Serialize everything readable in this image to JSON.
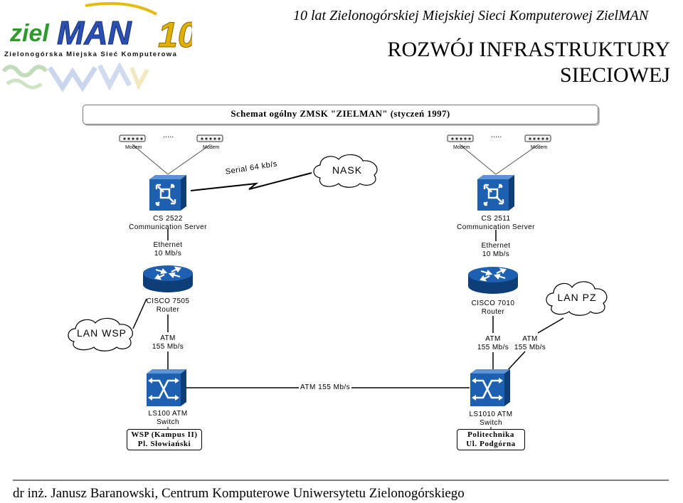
{
  "header": {
    "top_title": "10 lat Zielonogórskiej Miejskiej Sieci Komputerowej ZielMAN",
    "slide_title_line1": "ROZWÓJ INFRASTRUKTURY",
    "slide_title_line2": "SIECIOWEJ"
  },
  "logo": {
    "word_ziel": "ziel",
    "word_man": "MAN",
    "tagline": "Zielonogórska Miejska Sieć Komputerowa",
    "anniversary": "10"
  },
  "schema_title": "Schemat ogólny ZMSK \"ZIELMAN\" (styczeń 1997)",
  "modems": {
    "label": "Modem",
    "ellipsis": "....."
  },
  "link_serial": "Serial 64 kb/s",
  "nask": "NASK",
  "left": {
    "server_line1": "CS 2522",
    "server_line2": "Communication Server",
    "eth_line1": "Ethernet",
    "eth_line2": "10 Mb/s",
    "router_line1": "CISCO 7505",
    "router_line2": "Router",
    "atm_line1": "ATM",
    "atm_line2": "155 Mb/s",
    "switch_line1": "LS100 ATM",
    "switch_line2": "Switch",
    "site_line1": "WSP (Kampus II)",
    "site_line2": "Pl. Słowiański",
    "lan": "LAN WSP"
  },
  "right": {
    "server_line1": "CS 2511",
    "server_line2": "Communication Server",
    "eth_line1": "Ethernet",
    "eth_line2": "10 Mb/s",
    "router_line1": "CISCO 7010",
    "router_line2": "Router",
    "atm1_line1": "ATM",
    "atm1_line2": "155 Mb/s",
    "atm2_line1": "ATM",
    "atm2_line2": "155 Mb/s",
    "switch_line1": "LS1010 ATM",
    "switch_line2": "Switch",
    "site_line1": "Politechnika",
    "site_line2": "Ul. Podgórna",
    "lan": "LAN PZ"
  },
  "link_atm_backbone": "ATM 155 Mb/s",
  "footer": "dr inż. Janusz Baranowski, Centrum Komputerowe Uniwersytetu Zielonogórskiego",
  "colors": {
    "device_blue": "#1d5fb0",
    "device_dark": "#0d3e78",
    "logo_blue": "#2b4fb3",
    "logo_green": "#2e9a2e",
    "logo_yellow": "#e0b000"
  }
}
